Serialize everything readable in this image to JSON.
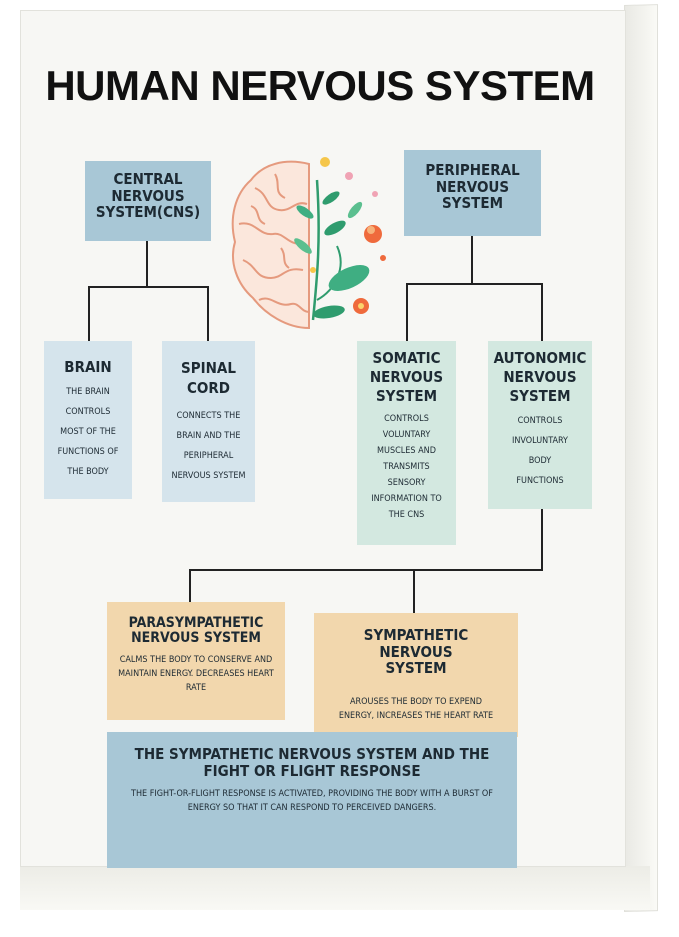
{
  "title": "HUMAN NERVOUS SYSTEM",
  "nodes": {
    "cns": {
      "title": "CENTRAL NERVOUS SYSTEM(CNS)"
    },
    "pns": {
      "title": "PERIPHERAL NERVOUS SYSTEM"
    },
    "brain": {
      "title": "BRAIN",
      "body": "THE BRAIN CONTROLS MOST OF THE FUNCTIONS OF THE BODY"
    },
    "spinal": {
      "title": "SPINAL CORD",
      "body": "CONNECTS THE BRAIN AND THE PERIPHERAL NERVOUS SYSTEM"
    },
    "somatic": {
      "title": "SOMATIC NERVOUS SYSTEM",
      "body": "CONTROLS VOLUNTARY MUSCLES AND TRANSMITS SENSORY INFORMATION TO THE CNS"
    },
    "autonomic": {
      "title": "AUTONOMIC NERVOUS SYSTEM",
      "body": "CONTROLS INVOLUNTARY BODY FUNCTIONS"
    },
    "parasympathetic": {
      "title": "PARASYMPATHETIC NERVOUS SYSTEM",
      "body": "CALMS THE BODY TO CONSERVE AND MAINTAIN ENERGY. DECREASES HEART RATE"
    },
    "sympathetic": {
      "title": "SYMPATHETIC NERVOUS SYSTEM",
      "body": "AROUSES THE BODY TO EXPEND ENERGY, INCREASES THE HEART RATE"
    }
  },
  "footer": {
    "title": "THE SYMPATHETIC NERVOUS SYSTEM AND THE FIGHT OR FLIGHT RESPONSE",
    "body": "THE FIGHT-OR-FLIGHT RESPONSE IS ACTIVATED, PROVIDING THE BODY WITH A BURST OF ENERGY SO THAT IT CAN RESPOND TO PERCEIVED DANGERS."
  },
  "illustration": {
    "icon": "brain-flower-icon",
    "colors": {
      "brain": "#e8a88e",
      "leaf": "#2f9c6e",
      "flower": "#ef6a3c"
    }
  },
  "colors": {
    "blue": "#a8c7d6",
    "light_blue": "#d5e4ec",
    "mint": "#d3e8e0",
    "tan": "#f2d7ad"
  }
}
